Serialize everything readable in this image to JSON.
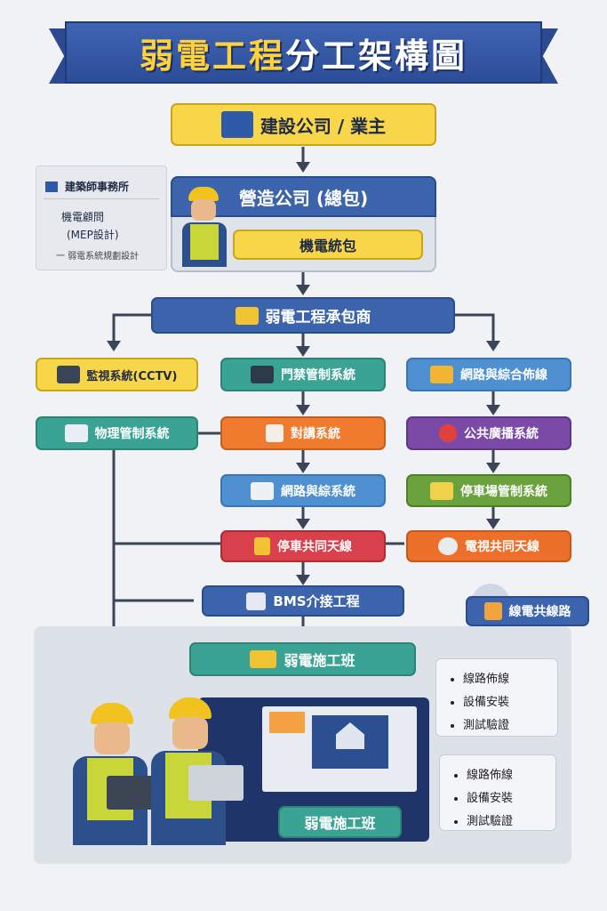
{
  "title": {
    "part1": "弱電工程",
    "part2": "分工架構圖"
  },
  "owner": "建設公司 / 業主",
  "side_note": {
    "line1": "建築師事務所",
    "line2": "機電顧問",
    "line3": "(MEP設計)",
    "line4": "一 弱電系統規劃設計"
  },
  "gc": "營造公司 (總包)",
  "mep": "機電統包",
  "sub": "弱電工程承包商",
  "systems": {
    "cctv": "監視系統(CCTV)",
    "access": "門禁管制系統",
    "network": "網路與綜合佈線",
    "mgmt": "物理管制系統",
    "intercom": "對講系統",
    "pa": "公共廣播系統",
    "netsec": "網路與綜系統",
    "parking": "停車場管制系統",
    "antenna": "停車共同天線",
    "tv": "電視共同天線",
    "bms": "BMS介接工程",
    "cable": "線電共線路"
  },
  "crew_top": "弱電施工班",
  "crew_bottom": "弱電施工班",
  "tasks1": [
    "線路佈線",
    "設備安裝",
    "測試驗證"
  ],
  "tasks2": [
    "線路佈線",
    "設備安裝",
    "測試驗證"
  ],
  "colors": {
    "navy": "#2b4a8f",
    "yellow": "#f7d64a",
    "teal": "#3aa394"
  }
}
